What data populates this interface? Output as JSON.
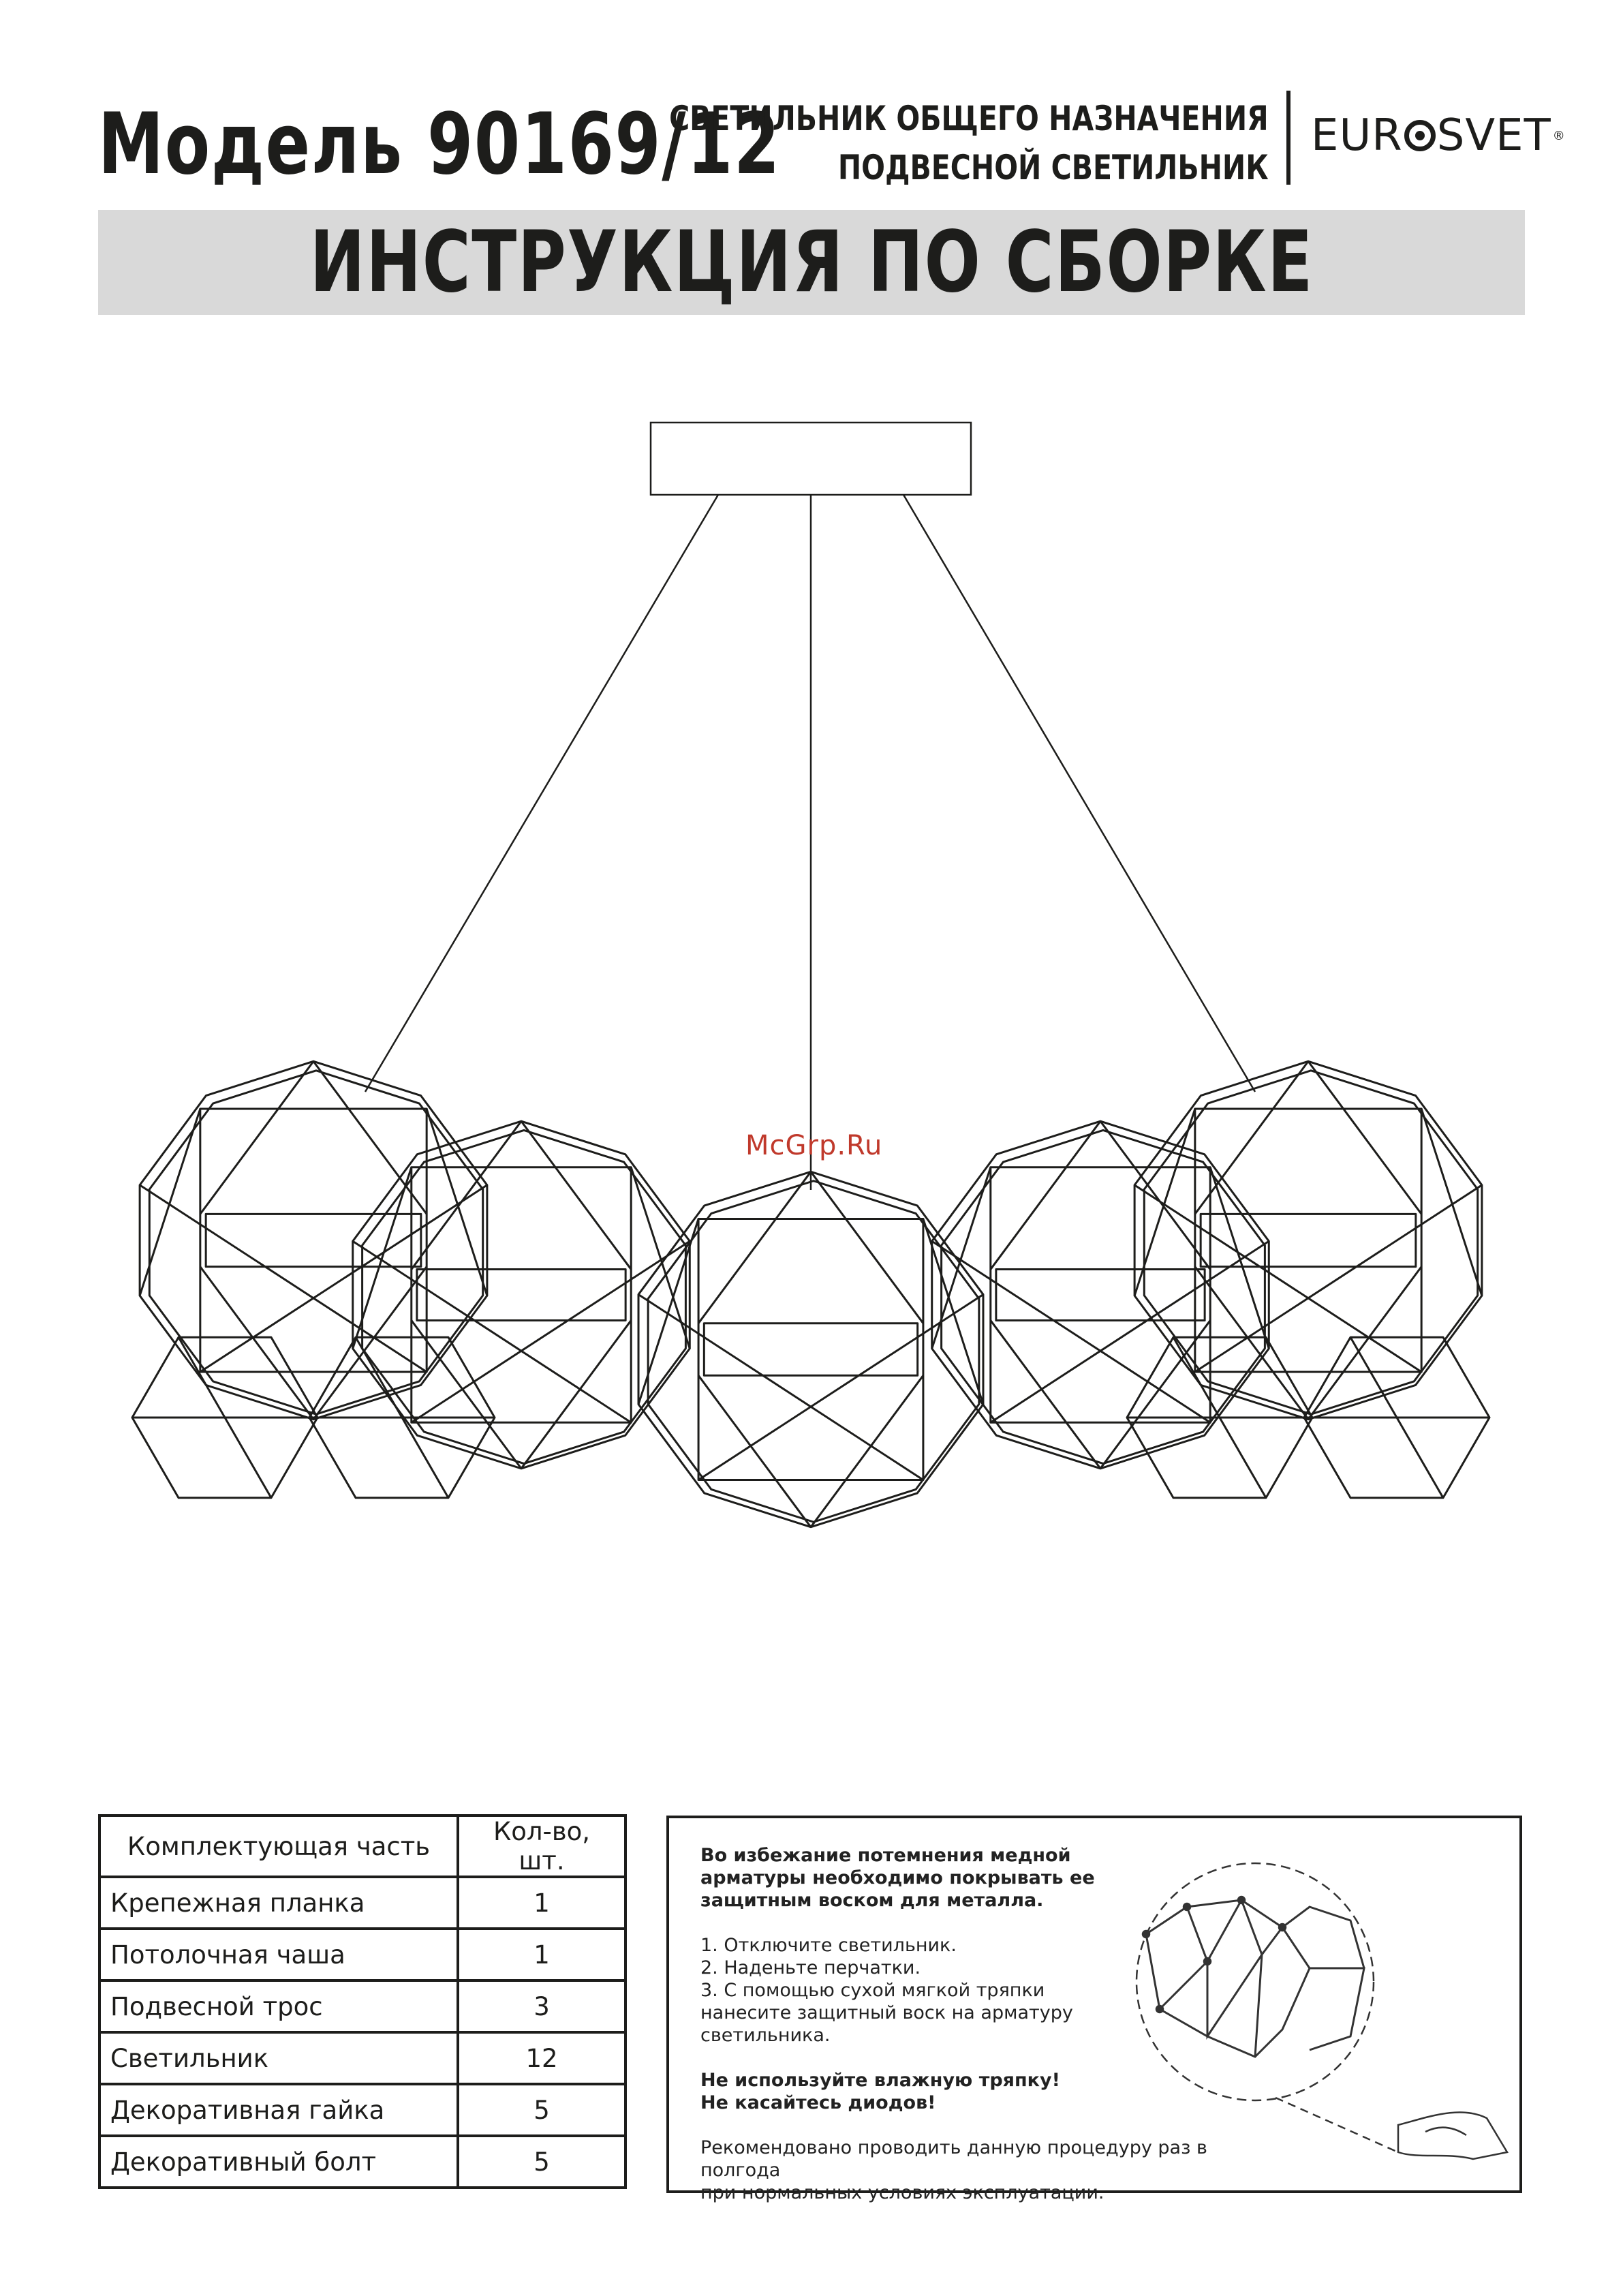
{
  "header": {
    "model": "Модель 90169/12",
    "category_line1": "СВЕТИЛЬНИК ОБЩЕГО НАЗНАЧЕНИЯ",
    "category_line2": "ПОДВЕСНОЙ СВЕТИЛЬНИК",
    "brand_prefix": "EUR",
    "brand_suffix": "SVET",
    "brand_mark": "®"
  },
  "banner": {
    "title": "ИНСТРУКЦИЯ ПО СБОРКЕ"
  },
  "watermark": "McGrp.Ru",
  "parts_table": {
    "header_part": "Комплектующая часть",
    "header_qty": "Кол-во, шт.",
    "rows": [
      {
        "part": "Крепежная планка",
        "qty": "1"
      },
      {
        "part": "Потолочная чаша",
        "qty": "1"
      },
      {
        "part": "Подвесной трос",
        "qty": "3"
      },
      {
        "part": "Светильник",
        "qty": "12"
      },
      {
        "part": "Декоративная гайка",
        "qty": "5"
      },
      {
        "part": "Декоративный болт",
        "qty": "5"
      }
    ]
  },
  "care": {
    "warning": [
      "Во избежание потемнения медной",
      "арматуры необходимо покрывать ее",
      "защитным воском для металла."
    ],
    "steps": [
      "1. Отключите светильник.",
      "2. Наденьте перчатки.",
      "3. С помощью сухой мягкой тряпки",
      "нанесите защитный воск на арматуру",
      "светильника."
    ],
    "caution": [
      "Не используйте влажную тряпку!",
      "Не касайтесь диодов!"
    ],
    "recommendation": [
      "Рекомендовано проводить данную процедуру раз в полгода",
      "при нормальных условиях эксплуатации."
    ]
  }
}
